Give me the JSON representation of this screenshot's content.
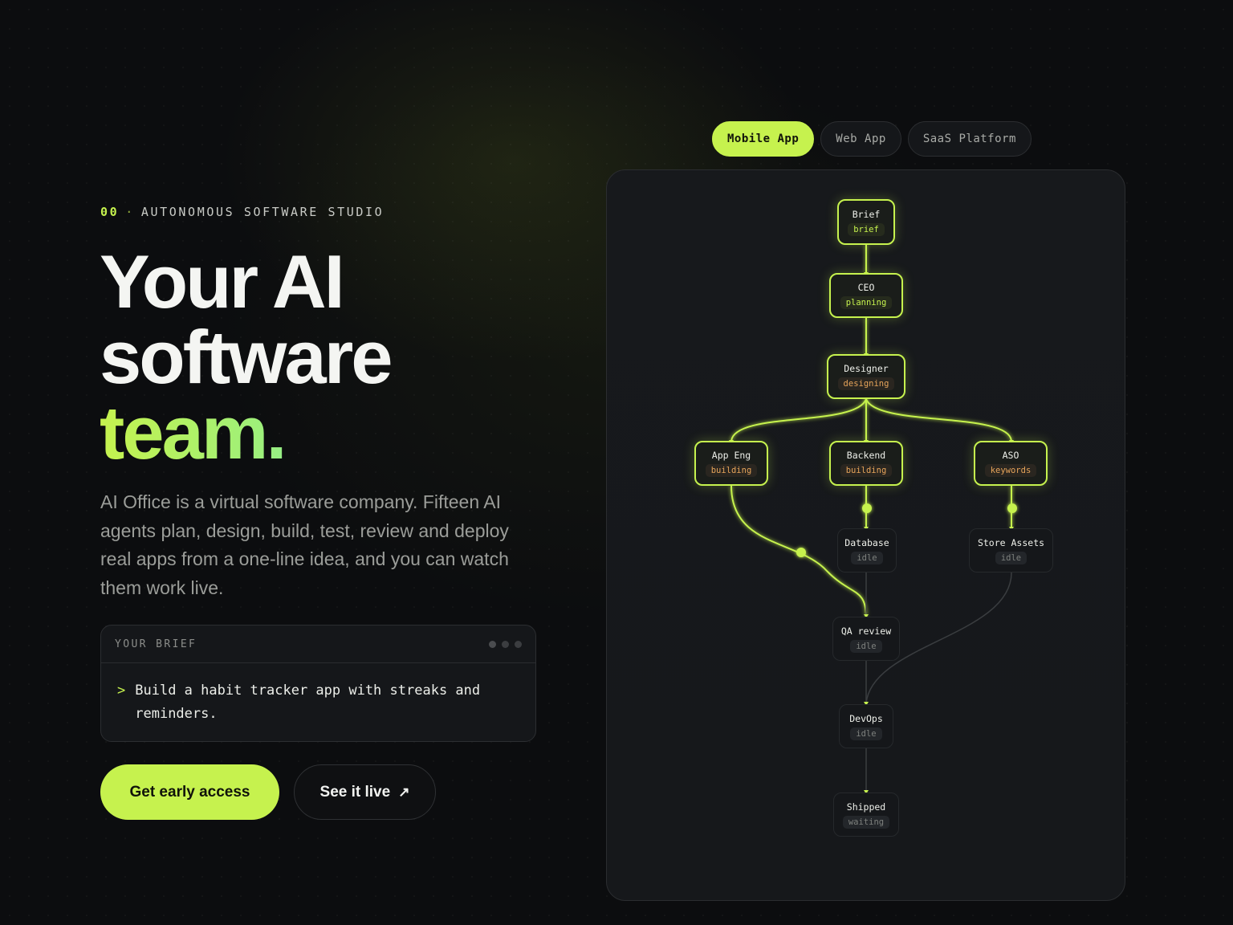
{
  "hero": {
    "eyebrow_num": "00",
    "eyebrow_sep": "·",
    "eyebrow_text": "AUTONOMOUS SOFTWARE STUDIO",
    "headline_line1": "Your AI",
    "headline_line2": "software",
    "headline_accent": "team.",
    "lede": "AI Office is a virtual software company. Fifteen AI agents plan, design, build, test, review and deploy real apps from a one-line idea, and you can watch them work live."
  },
  "brief": {
    "title": "YOUR BRIEF",
    "prompt_symbol": ">",
    "text": "Build a habit tracker app with streaks and reminders."
  },
  "actions": {
    "primary_label": "Get early access",
    "secondary_label": "See it live",
    "secondary_icon": "↗"
  },
  "tabs": [
    {
      "label": "Mobile App",
      "active": true
    },
    {
      "label": "Web App",
      "active": false
    },
    {
      "label": "SaaS Platform",
      "active": false
    }
  ],
  "pipeline": {
    "accent_color": "#c6f24e",
    "nodes": {
      "brief": {
        "name": "Brief",
        "status": "brief",
        "active": true
      },
      "ceo": {
        "name": "CEO",
        "status": "planning",
        "active": true
      },
      "designer": {
        "name": "Designer",
        "status": "designing",
        "active": true
      },
      "app_eng": {
        "name": "App Eng",
        "status": "building",
        "active": true
      },
      "backend": {
        "name": "Backend",
        "status": "building",
        "active": true
      },
      "aso": {
        "name": "ASO",
        "status": "keywords",
        "active": true
      },
      "database": {
        "name": "Database",
        "status": "idle",
        "active": false
      },
      "store_assets": {
        "name": "Store Assets",
        "status": "idle",
        "active": false
      },
      "qa_review": {
        "name": "QA review",
        "status": "idle",
        "active": false
      },
      "devops": {
        "name": "DevOps",
        "status": "idle",
        "active": false
      },
      "shipped": {
        "name": "Shipped",
        "status": "waiting",
        "active": false
      }
    }
  }
}
